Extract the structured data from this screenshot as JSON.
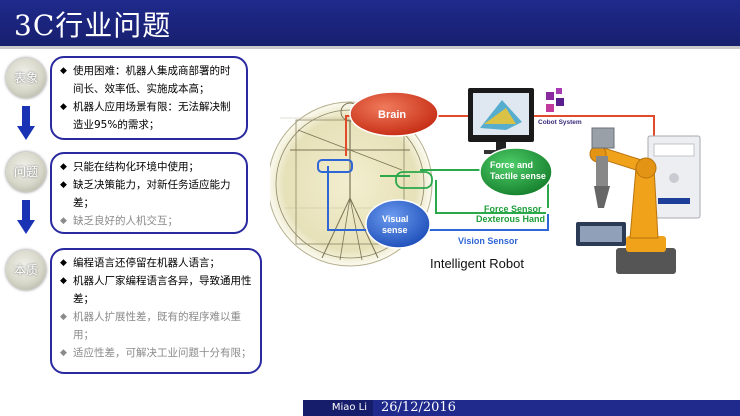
{
  "slide": {
    "title": "3C行业问题",
    "footer_author": "Miao Li",
    "footer_date": "26/12/2016"
  },
  "steps": [
    {
      "label": "表象",
      "items": [
        {
          "text": "使用困难：机器人集成商部署的时间长、效率低、实施成本高；",
          "muted": false
        },
        {
          "text": "机器人应用场景有限：无法解决制造业95%的需求；",
          "muted": false
        }
      ]
    },
    {
      "label": "问题",
      "items": [
        {
          "text": "只能在结构化环境中使用；",
          "muted": false
        },
        {
          "text": "缺乏决策能力，对新任务适应能力差；",
          "muted": false
        },
        {
          "text": "缺乏良好的人机交互；",
          "muted": true
        }
      ]
    },
    {
      "label": "本质",
      "items": [
        {
          "text": "编程语言还停留在机器人语言；",
          "muted": false
        },
        {
          "text": "机器人厂家编程语言各异，导致通用性差；",
          "muted": false
        },
        {
          "text": "机器人扩展性差，既有的程序难以重用；",
          "muted": true
        },
        {
          "text": "适应性差，可解决工业问题十分有限；",
          "muted": true
        }
      ]
    }
  ],
  "diagram": {
    "labels": {
      "brain": "Brain",
      "force_tactile": "Force and Tactile sense",
      "visual": "Visual sense",
      "force_sensor": "Force Sensor",
      "dexterous_hand": "Dexterous Hand",
      "vision_sensor": "Vision Sensor",
      "intelligent_robot": "Intelligent Robot",
      "logo_text": "Cobot System"
    },
    "colors": {
      "brain_oval": "#d9381e",
      "force_oval": "#1f9e3a",
      "visual_oval": "#2f66d6",
      "brain_line": "#e24a2c",
      "force_line": "#2aa84a",
      "vision_line": "#2f66d6",
      "robot": "#f0a21a"
    }
  }
}
